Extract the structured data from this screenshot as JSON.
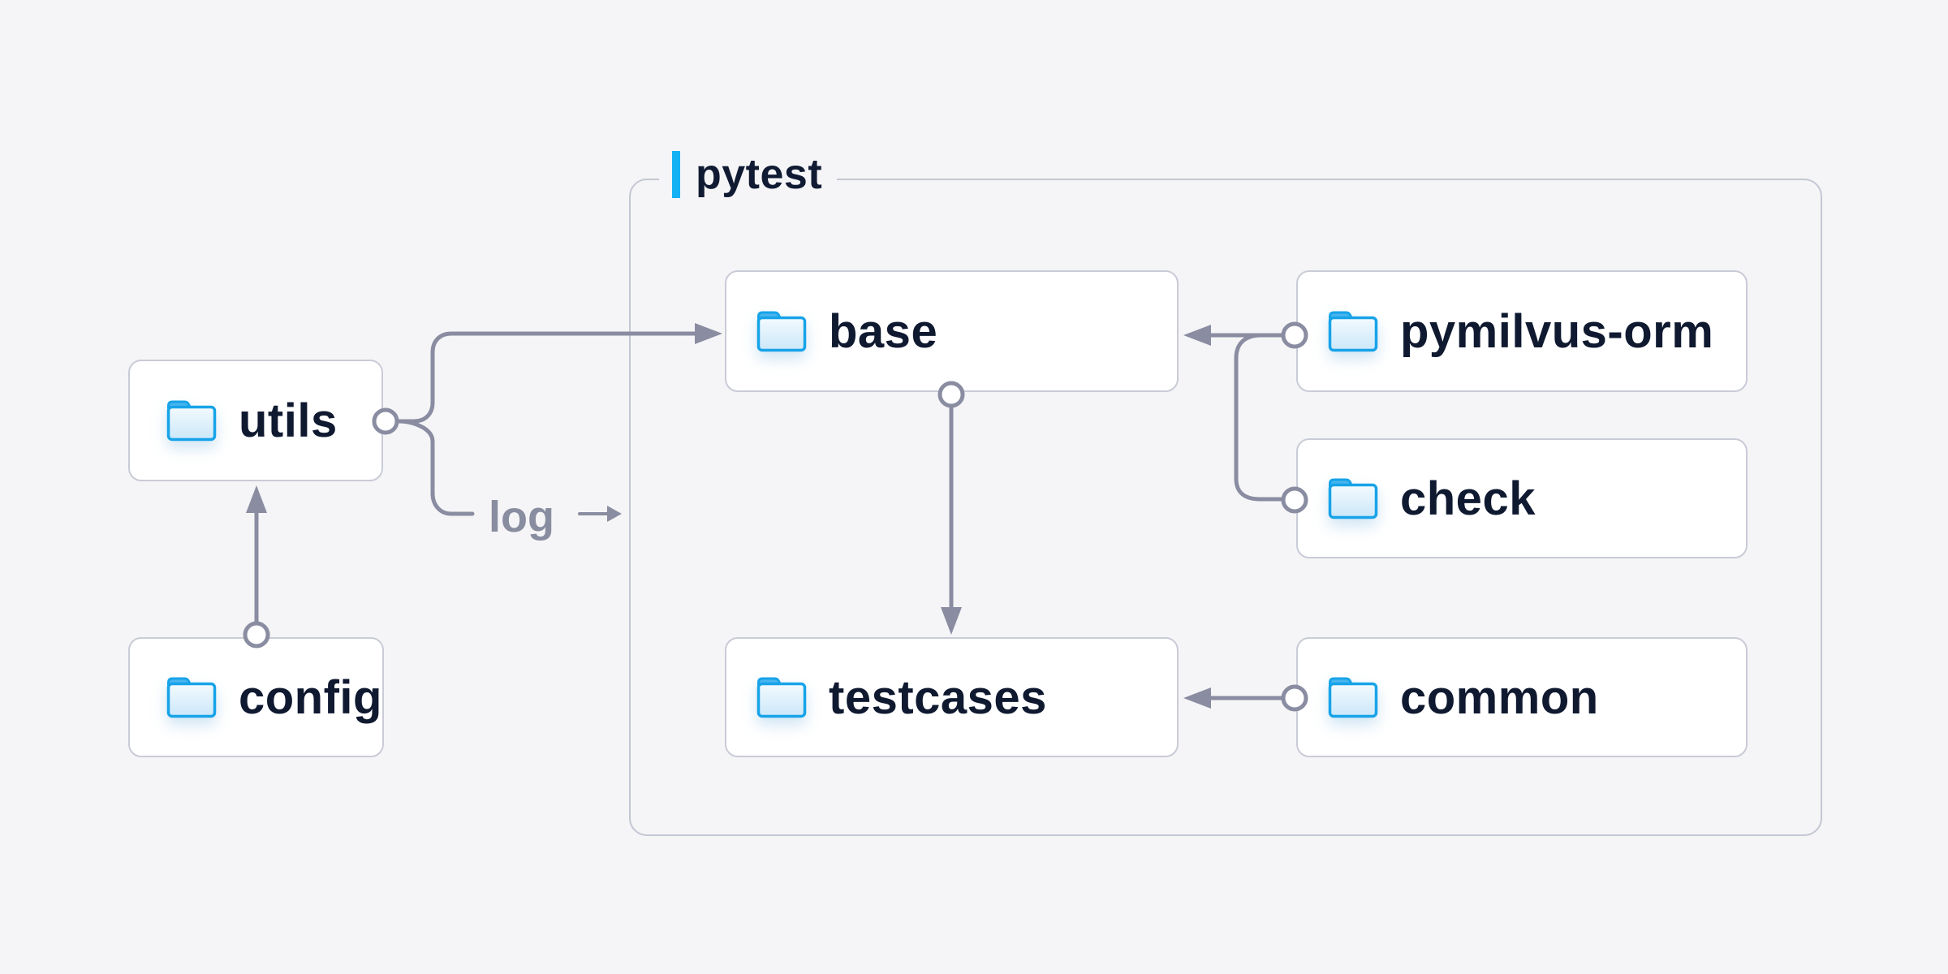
{
  "diagram": {
    "group": {
      "label": "pytest"
    },
    "log_label": "log",
    "nodes": {
      "utils": {
        "label": "utils",
        "icon": "folder-icon"
      },
      "config": {
        "label": "config",
        "icon": "folder-icon"
      },
      "base": {
        "label": "base",
        "icon": "folder-icon"
      },
      "testcases": {
        "label": "testcases",
        "icon": "folder-icon"
      },
      "pymilvus_orm": {
        "label": "pymilvus-orm",
        "icon": "folder-icon"
      },
      "check": {
        "label": "check",
        "icon": "folder-icon"
      },
      "common": {
        "label": "common",
        "icon": "folder-icon"
      }
    },
    "edges": [
      {
        "from": "config",
        "to": "utils",
        "type": "arrow"
      },
      {
        "from": "utils",
        "to": "base",
        "type": "arrow"
      },
      {
        "from": "utils",
        "to": "log",
        "type": "labeled-arrow",
        "label": "log"
      },
      {
        "from": "base",
        "to": "testcases",
        "type": "arrow"
      },
      {
        "from": "pymilvus-orm",
        "to": "base",
        "type": "arrow"
      },
      {
        "from": "check",
        "to": "base",
        "type": "arrow"
      },
      {
        "from": "common",
        "to": "testcases",
        "type": "arrow"
      }
    ],
    "colors": {
      "background": "#f5f5f7",
      "node_background": "#ffffff",
      "node_border": "#c9cbd7",
      "group_border": "#c4c7d3",
      "connector": "#8a8da1",
      "label_text": "#0f1930",
      "muted_text": "#898da0",
      "accent_blue": "#14b1f4",
      "folder_stroke": "#17a3e8",
      "folder_tab": "#48b5ef",
      "folder_fill_top": "#f3fafe",
      "folder_fill_bottom": "#cbe7f9"
    }
  }
}
